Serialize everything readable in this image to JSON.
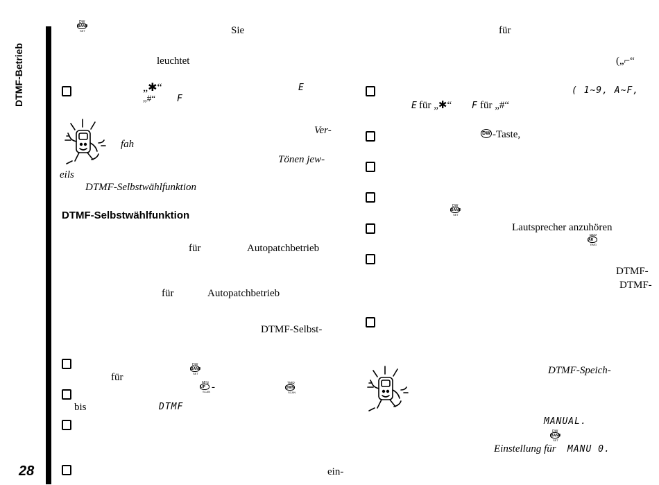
{
  "sidebar": {
    "section_label": "DTMF-Betrieb",
    "page_number": "28"
  },
  "left": {
    "l1": "Sie",
    "l2": "leuchtet",
    "l3": "„✱“",
    "l3b": "E",
    "l4": "„#“",
    "l4b": "F",
    "l5": "Ver-",
    "l6": "fah",
    "l7": "Tönen jew-",
    "l8": "eils",
    "l9": "DTMF-Selbstwählfunktion",
    "heading": "DTMF-Selbstwählfunktion",
    "l10a": "für",
    "l10b": "Autopatchbetrieb",
    "l11a": "für",
    "l11b": "Autopatchbetrieb",
    "l12": "DTMF-Selbst-",
    "l13": "für",
    "l14": "bis",
    "l14b": "DTMF",
    "l15": "ein-"
  },
  "right": {
    "r1": "für",
    "r2": "(„⌐“",
    "r3": "( 1~9, A~F,",
    "r4a": "E",
    "r4b": "für „✱“",
    "r4c": "F",
    "r4d": "für „#“",
    "r5": "-Taste,",
    "r6": "Lautsprecher anzuhören",
    "r7": "DTMF-",
    "r8": "DTMF-",
    "r9": "DTMF-Speich-",
    "r10": "MANUAL.",
    "r11a": "Einstellung für",
    "r11b": "MANU 0."
  },
  "keys": {
    "band": {
      "top": "DW",
      "mid": "BAND",
      "bot": "SET"
    },
    "up": {
      "top": "MHz",
      "mid": "UP",
      "bot": "SCAN"
    },
    "dwn": {
      "top": "TMR",
      "mid": "DWN",
      "bot": "SCAN"
    },
    "ar": {
      "top": "REP",
      "mid": "AR",
      "bot": "EMG"
    },
    "dw": {
      "mid": "DW"
    }
  }
}
